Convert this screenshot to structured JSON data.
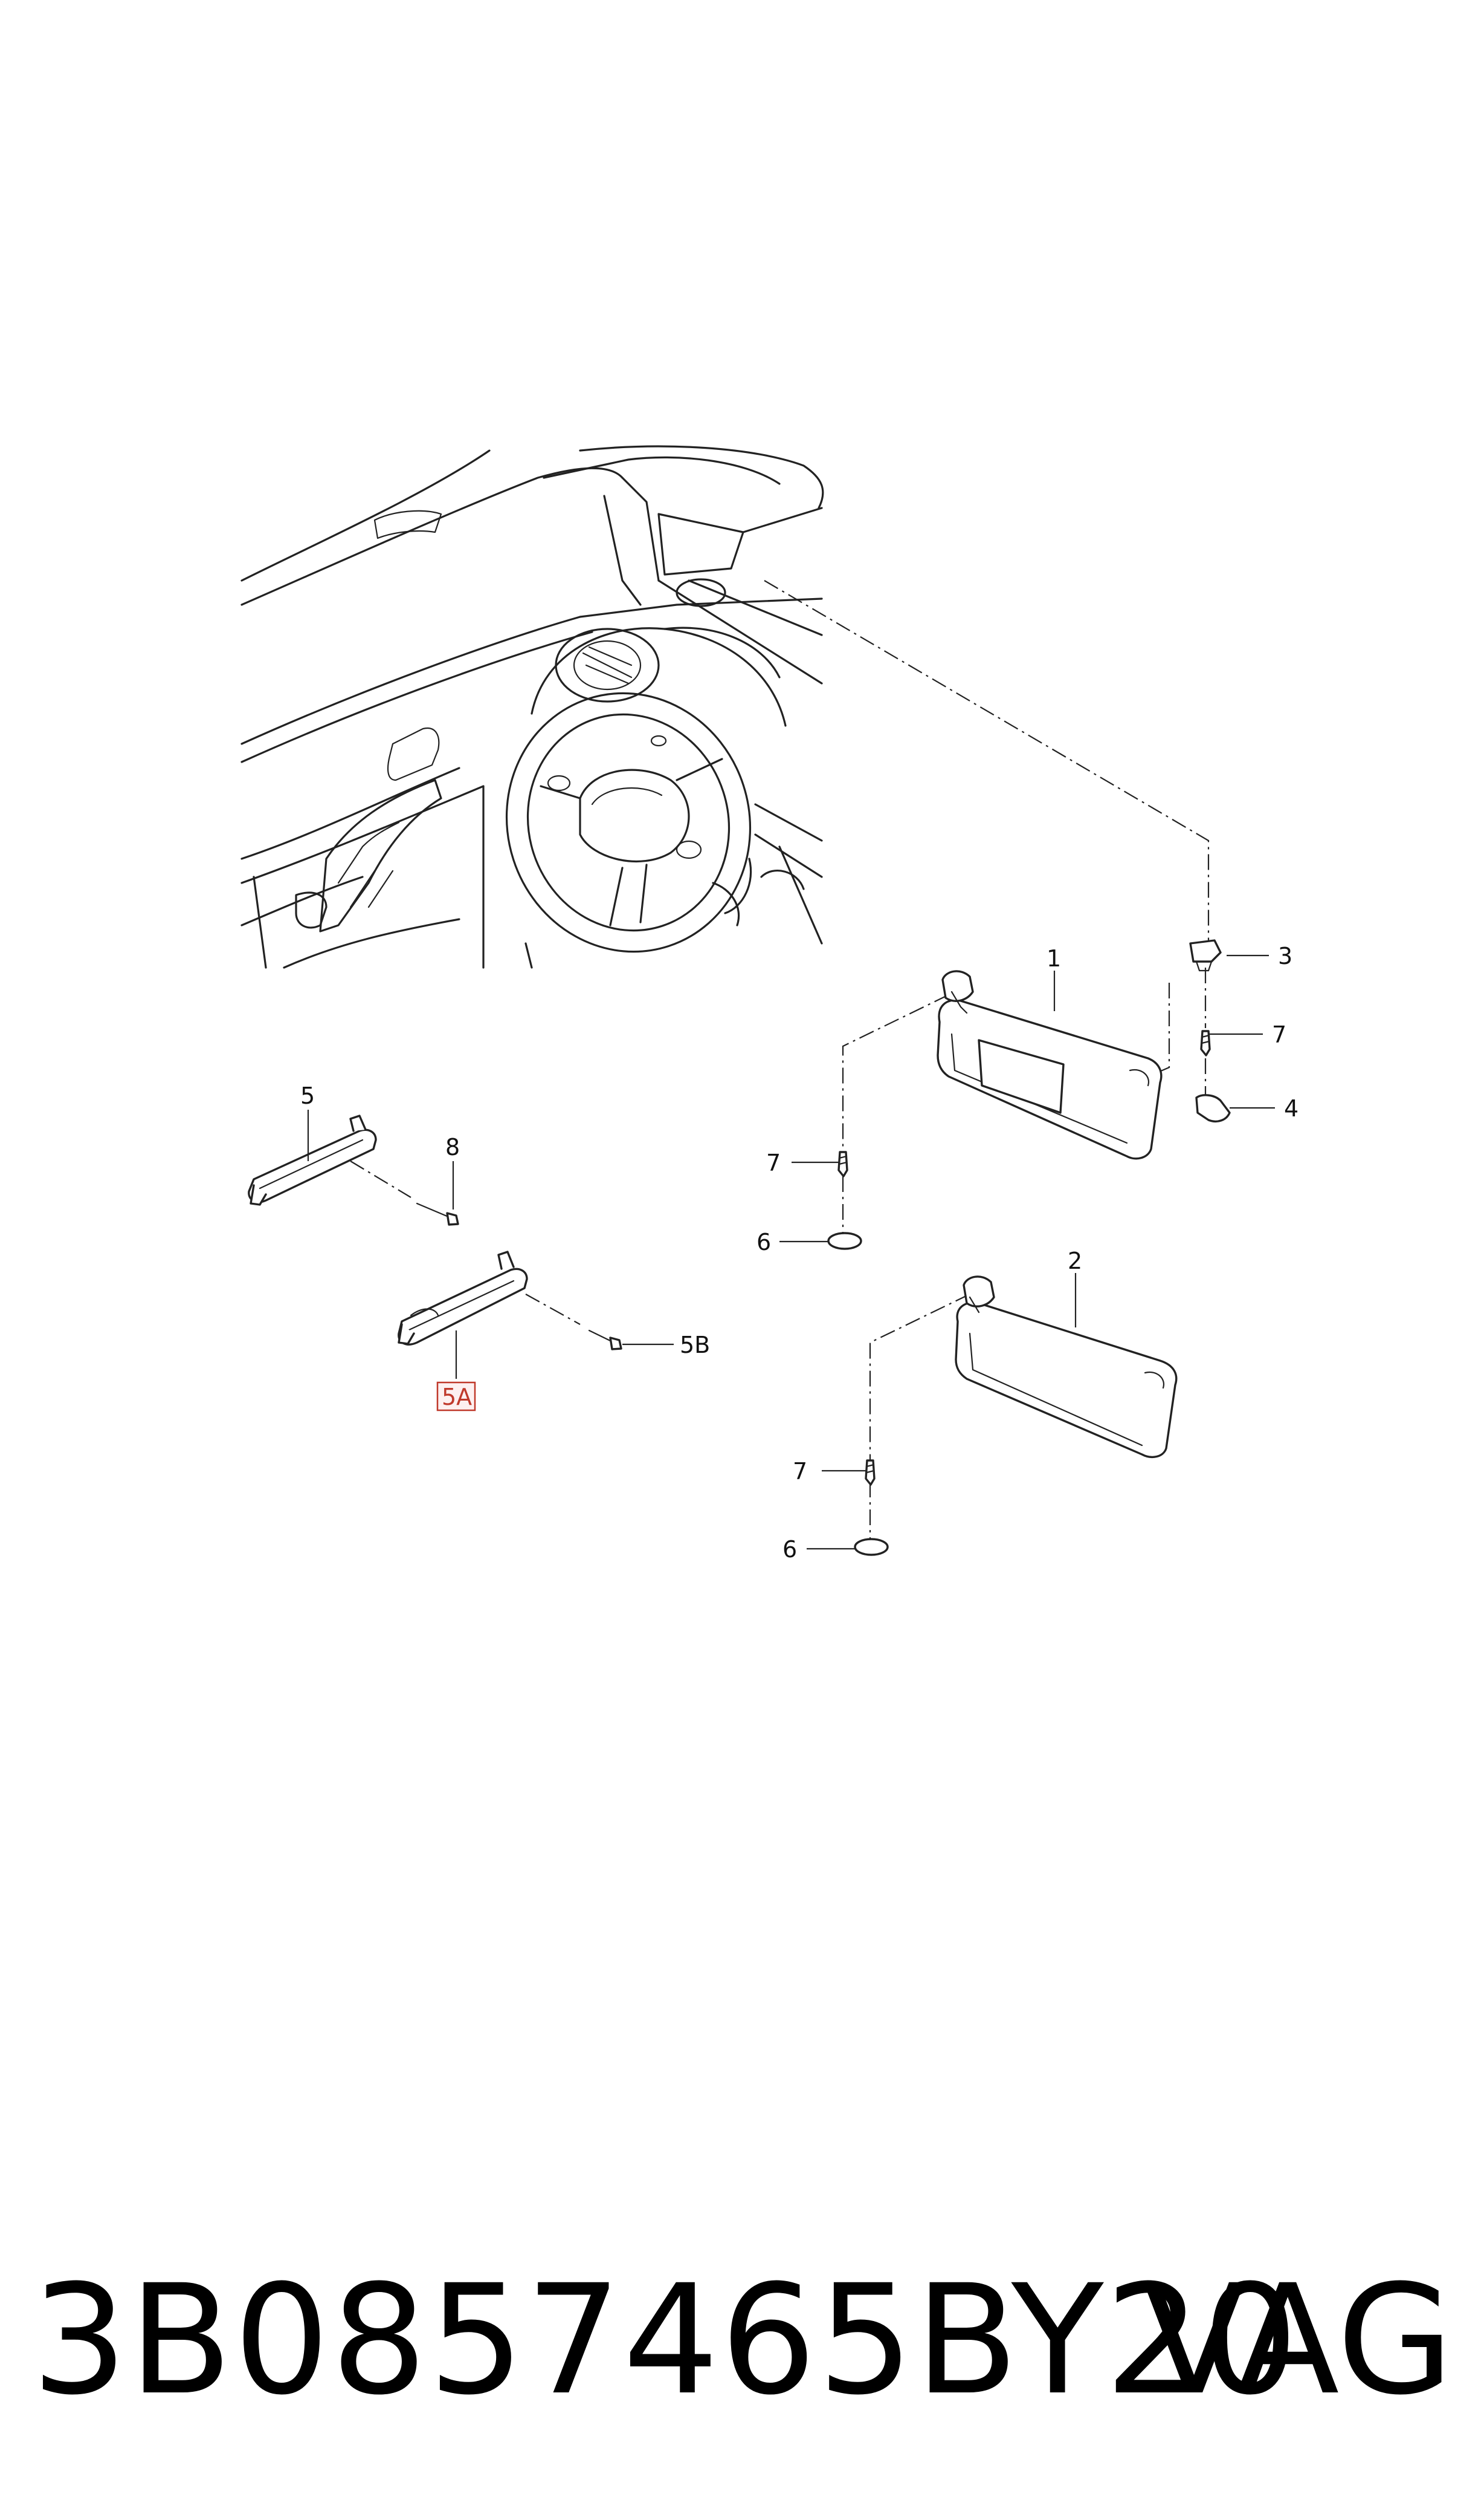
{
  "diagram": {
    "labels": {
      "l1": "1",
      "l2": "2",
      "l3": "3",
      "l4": "4",
      "l5": "5",
      "l5a": "5A",
      "l5b": "5B",
      "l6a": "6",
      "l6b": "6",
      "l7a": "7",
      "l7b": "7",
      "l7c": "7",
      "l8": "8"
    },
    "highlight_color": "#c0392b"
  },
  "footer": {
    "part_number": "3B0857465BY20",
    "brand": "VAG"
  }
}
